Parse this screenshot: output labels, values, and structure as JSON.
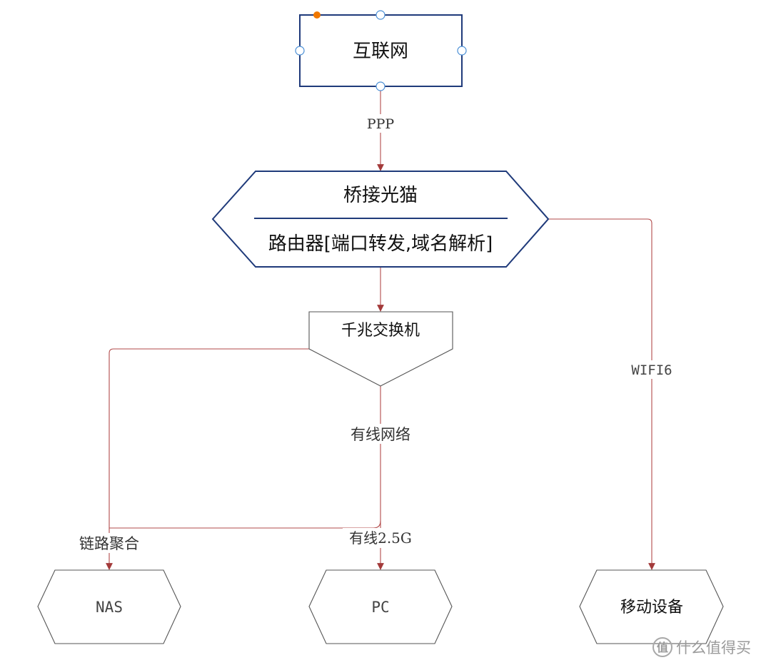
{
  "nodes": {
    "internet": "互联网",
    "modem_top": "桥接光猫",
    "modem_bottom": "路由器[端口转发,域名解析]",
    "switch": "千兆交换机",
    "nas": "NAS",
    "pc": "PC",
    "mobile": "移动设备"
  },
  "edges": {
    "ppp": "PPP",
    "wifi": "WIFI6",
    "wired": "有线网络",
    "link_agg": "链路聚合",
    "wired_25g": "有线2.5G"
  },
  "watermark": "什么值得买",
  "colors": {
    "primary_stroke": "#1f3a7a",
    "edge": "#b24a4a",
    "node_stroke": "#666666",
    "handle_active": "#f07800",
    "handle": "#4a8fd6"
  }
}
